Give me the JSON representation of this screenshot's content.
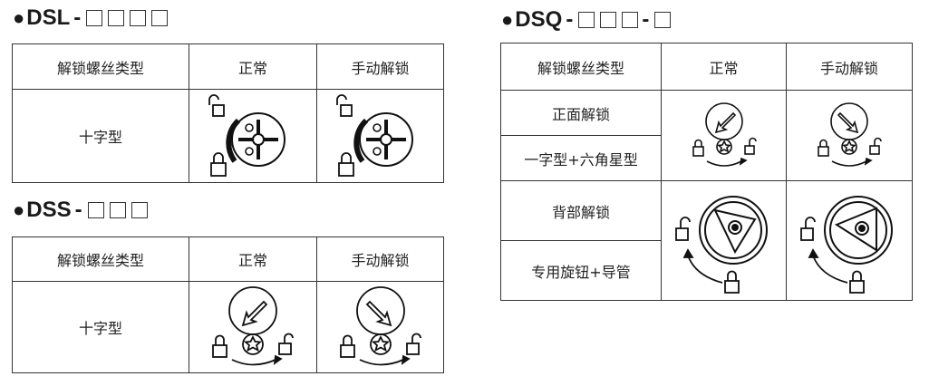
{
  "dsl": {
    "prefix": "DSL",
    "header": {
      "type": "解锁螺丝类型",
      "normal": "正常",
      "manual": "手动解锁"
    },
    "row_label": "十字型"
  },
  "dss": {
    "prefix": "DSS",
    "header": {
      "type": "解锁螺丝类型",
      "normal": "正常",
      "manual": "手动解锁"
    },
    "row_label": "十字型"
  },
  "dsq": {
    "prefix": "DSQ",
    "header": {
      "type": "解锁螺丝类型",
      "normal": "正常",
      "manual": "手动解锁"
    },
    "rows": [
      "正面解锁",
      "一字型+六角星型",
      "背部解锁",
      "专用旋钮+导管"
    ]
  }
}
